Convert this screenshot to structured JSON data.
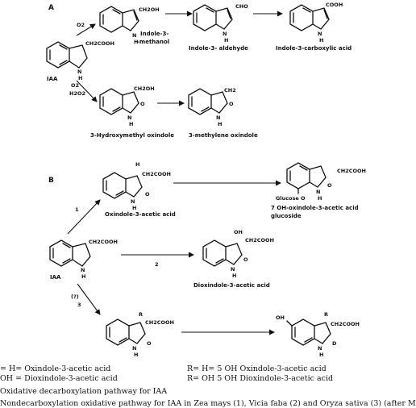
{
  "panel_a": {
    "label": "A",
    "reagent_o2": "O2",
    "reagent_o2_h2o2_line1": "O2",
    "reagent_o2_h2o2_line2": "H2O2",
    "iaa_label": "IAA",
    "methanol_group": "CH2OH",
    "methanol_line1": "Indole-3-",
    "methanol_line2": "-methanol",
    "aldehyde_group": "CHO",
    "aldehyde_name": "Indole-3- aldehyde",
    "acid_group": "COOH",
    "acid_name": "Indole-3-carboxylic acid",
    "iaa_group": "CH2COOH",
    "hydroxymethyl_group": "CH2OH",
    "hydroxymethyl_name": "3-Hydroxymethyl oxindole",
    "methylene_group": "CH2",
    "methylene_name": "3-methylene oxindole"
  },
  "panel_b": {
    "label": "B",
    "route1": "1",
    "route2": "2",
    "route3_line1": "(?)",
    "route3_line2": "3",
    "iaa_label": "IAA",
    "iaa_group": "CH2COOH",
    "oxindole_group": "CH2COOH",
    "oxindole_name": "Oxindole-3-acetic acid",
    "glucoside_group": "CH2COOH",
    "glucoside_substituent": "Glucose O",
    "glucoside_line1": "7 OH-oxindole-3-acetic acid",
    "glucoside_line2": "glucoside",
    "dioxindole_oh": "OH",
    "dioxindole_group": "CH2COOH",
    "dioxindole_name": "Dioxindole-3-acetic acid",
    "generic_r": "R",
    "generic_group": "CH2COOH",
    "hydroxy_oh": "OH",
    "hydroxy_r": "R",
    "hydroxy_group": "CH2COOH"
  },
  "atoms": {
    "nh_n": "N",
    "nh_h": "H",
    "oxo": "O",
    "hydrogen": "H",
    "oxo_alt": "D"
  },
  "footnotes": {
    "left_line1": "= H= Oxindole-3-acetic acid",
    "left_line2": "OH = Dioxindole-3-acetic acid",
    "right_line1": "R= H= 5 OH Oxindole-3-acetic acid",
    "right_line2": "R= OH 5 OH Dioxindole-3-acetic acid",
    "caption1": "Oxidative decarboxylation pathway for IAA",
    "caption2": "Nondecarboxylation oxidative pathway for IAA in Zea mays (1), Vicia faba (2) and Oryza sativa (3) (after M"
  }
}
